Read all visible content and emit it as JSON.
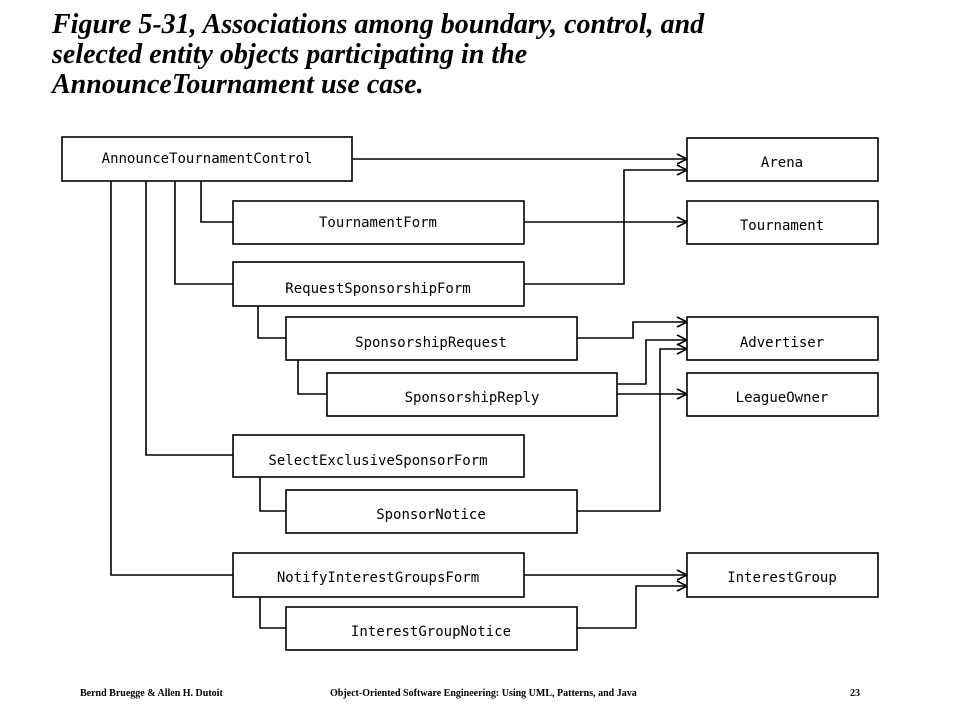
{
  "title": {
    "line1": "Figure 5-31, Associations among boundary, control, and",
    "line2": "selected entity objects participating in the",
    "line3": "AnnounceTournament  use case."
  },
  "objects": {
    "announce_tournament_control": "AnnounceTournamentControl",
    "tournament_form": "TournamentForm",
    "request_sponsorship_form": "RequestSponsorshipForm",
    "sponsorship_request": "SponsorshipRequest",
    "sponsorship_reply": "SponsorshipReply",
    "select_exclusive_sponsor_form": "SelectExclusiveSponsorForm",
    "sponsor_notice": "SponsorNotice",
    "notify_interest_groups_form": "NotifyInterestGroupsForm",
    "interest_group_notice": "InterestGroupNotice",
    "arena": "Arena",
    "tournament": "Tournament",
    "advertiser": "Advertiser",
    "league_owner": "LeagueOwner",
    "interest_group": "InterestGroup"
  },
  "footer": {
    "authors": "Bernd Bruegge & Allen H. Dutoit",
    "book": "Object-Oriented Software Engineering: Using UML, Patterns, and Java",
    "page": "23"
  }
}
